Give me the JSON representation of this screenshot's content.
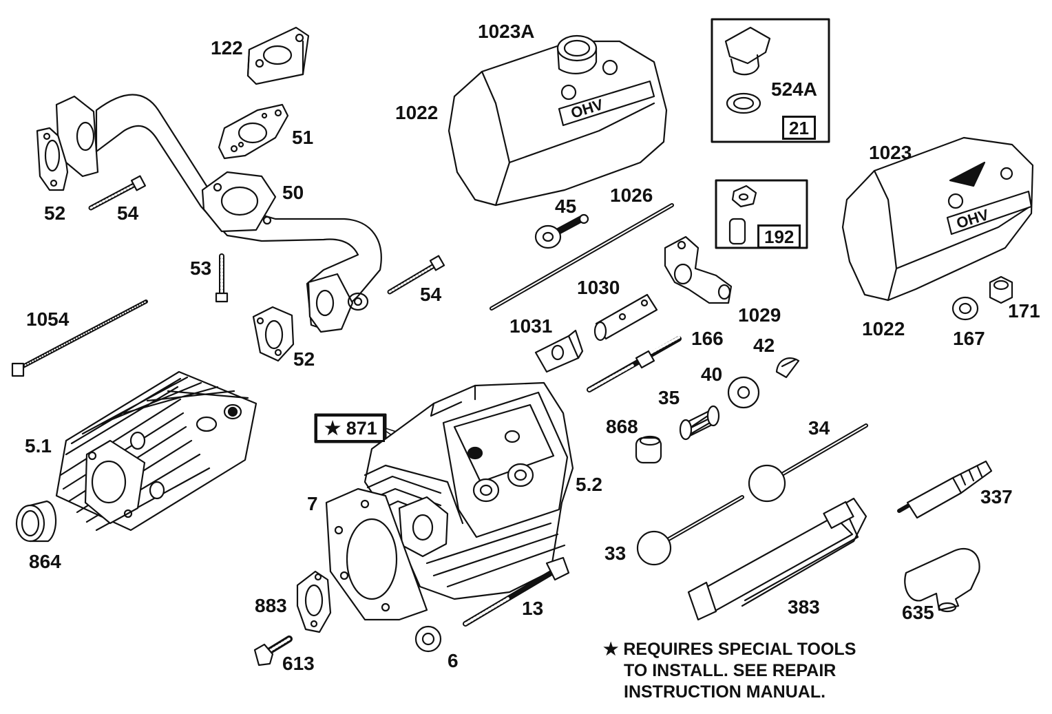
{
  "labels": {
    "p122": "122",
    "p51": "51",
    "p52a": "52",
    "p54a": "54",
    "p50": "50",
    "p53": "53",
    "p54b": "54",
    "p52b": "52",
    "p1054": "1054",
    "p5_1": "5.1",
    "p864": "864",
    "p1023a": "1023A",
    "p1022a": "1022",
    "p524a": "524A",
    "p21": "21",
    "p1023": "1023",
    "p1022b": "1022",
    "p167": "167",
    "p171": "171",
    "p45": "45",
    "p1026": "1026",
    "p192": "192",
    "p1030": "1030",
    "p1029": "1029",
    "p1031": "1031",
    "p166": "166",
    "p42": "42",
    "p40": "40",
    "p35": "35",
    "p868": "868",
    "p34": "34",
    "p871": "★ 871",
    "p5_2": "5.2",
    "p7": "7",
    "p337": "337",
    "p33": "33",
    "p383": "383",
    "p635": "635",
    "p883": "883",
    "p13": "13",
    "p613": "613",
    "p6": "6"
  },
  "note": {
    "line1": "★ REQUIRES SPECIAL TOOLS",
    "line2": "TO INSTALL.  SEE REPAIR",
    "line3": "INSTRUCTION MANUAL."
  },
  "colors": {
    "ink": "#111111",
    "paper": "#ffffff"
  }
}
